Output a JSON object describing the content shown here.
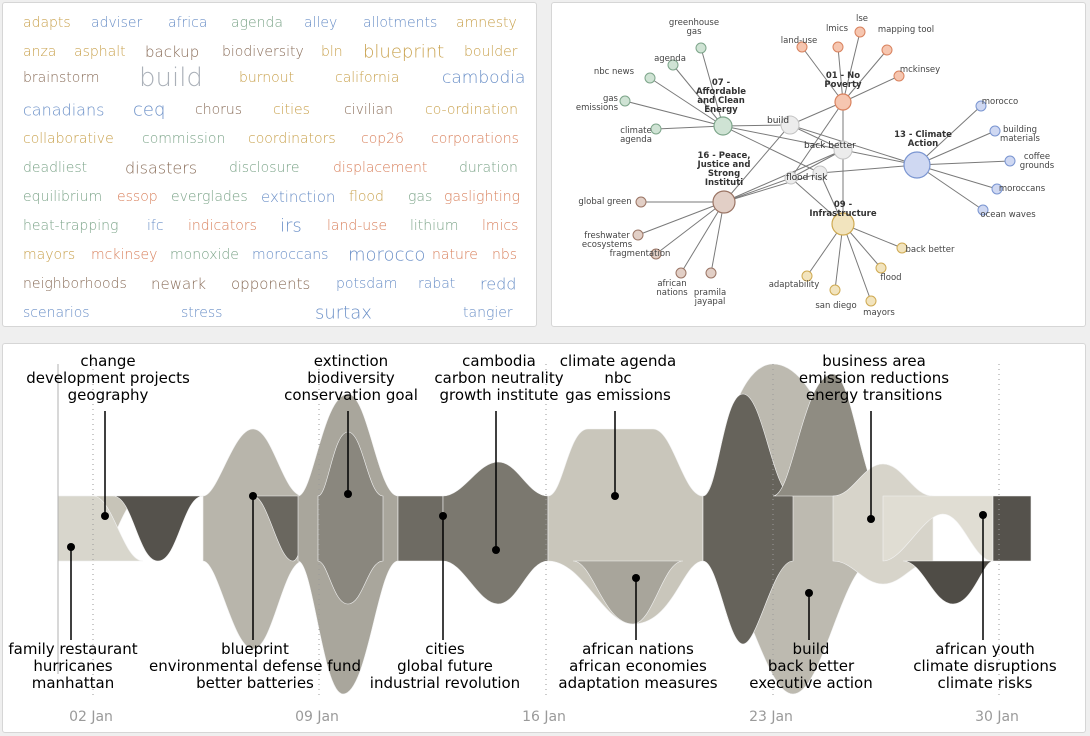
{
  "colors": {
    "tan": "#c9a24e",
    "blue": "#6a8fc7",
    "green": "#7da58a",
    "brown": "#8a6e5a",
    "orange": "#d9825e",
    "lightgray": "#aab0b8"
  },
  "wordcloud": {
    "rows": [
      [
        {
          "t": "adapts",
          "c": "tan"
        },
        {
          "t": "adviser",
          "c": "blue"
        },
        {
          "t": "africa",
          "c": "blue"
        },
        {
          "t": "agenda",
          "c": "green"
        },
        {
          "t": "alley",
          "c": "blue"
        },
        {
          "t": "allotments",
          "c": "blue"
        },
        {
          "t": "amnesty",
          "c": "tan"
        }
      ],
      [
        {
          "t": "anza",
          "c": "tan"
        },
        {
          "t": "asphalt",
          "c": "tan"
        },
        {
          "t": "backup",
          "c": "brown"
        },
        {
          "t": "biodiversity",
          "c": "brown"
        },
        {
          "t": "bln",
          "c": "tan"
        },
        {
          "t": "blueprint",
          "c": "tan"
        },
        {
          "t": "boulder",
          "c": "tan"
        }
      ],
      [
        {
          "t": "brainstorm",
          "c": "brown"
        },
        {
          "t": "build",
          "c": "lightgray"
        },
        {
          "t": "burnout",
          "c": "tan"
        },
        {
          "t": "california",
          "c": "tan"
        },
        {
          "t": "cambodia",
          "c": "blue"
        }
      ],
      [
        {
          "t": "canadians",
          "c": "blue"
        },
        {
          "t": "ceq",
          "c": "blue"
        },
        {
          "t": "chorus",
          "c": "brown"
        },
        {
          "t": "cities",
          "c": "tan"
        },
        {
          "t": "civilian",
          "c": "brown"
        },
        {
          "t": "co-ordination",
          "c": "tan"
        }
      ],
      [
        {
          "t": "collaborative",
          "c": "tan"
        },
        {
          "t": "commission",
          "c": "green"
        },
        {
          "t": "coordinators",
          "c": "tan"
        },
        {
          "t": "cop26",
          "c": "orange"
        },
        {
          "t": "corporations",
          "c": "orange"
        }
      ],
      [
        {
          "t": "deadliest",
          "c": "green"
        },
        {
          "t": "disasters",
          "c": "brown"
        },
        {
          "t": "disclosure",
          "c": "green"
        },
        {
          "t": "displacement",
          "c": "orange"
        },
        {
          "t": "duration",
          "c": "green"
        }
      ],
      [
        {
          "t": "equilibrium",
          "c": "green"
        },
        {
          "t": "essop",
          "c": "orange"
        },
        {
          "t": "everglades",
          "c": "green"
        },
        {
          "t": "extinction",
          "c": "blue"
        },
        {
          "t": "flood",
          "c": "tan"
        },
        {
          "t": "gas",
          "c": "green"
        },
        {
          "t": "gaslighting",
          "c": "orange"
        }
      ],
      [
        {
          "t": "heat-trapping",
          "c": "green"
        },
        {
          "t": "ifc",
          "c": "blue"
        },
        {
          "t": "indicators",
          "c": "orange"
        },
        {
          "t": "irs",
          "c": "blue"
        },
        {
          "t": "land-use",
          "c": "orange"
        },
        {
          "t": "lithium",
          "c": "green"
        },
        {
          "t": "lmics",
          "c": "orange"
        }
      ],
      [
        {
          "t": "mayors",
          "c": "tan"
        },
        {
          "t": "mckinsey",
          "c": "orange"
        },
        {
          "t": "monoxide",
          "c": "green"
        },
        {
          "t": "moroccans",
          "c": "blue"
        },
        {
          "t": "morocco",
          "c": "blue"
        },
        {
          "t": "nature",
          "c": "orange"
        },
        {
          "t": "nbs",
          "c": "orange"
        }
      ],
      [
        {
          "t": "neighborhoods",
          "c": "brown"
        },
        {
          "t": "newark",
          "c": "brown"
        },
        {
          "t": "opponents",
          "c": "brown"
        },
        {
          "t": "potsdam",
          "c": "blue"
        },
        {
          "t": "rabat",
          "c": "blue"
        },
        {
          "t": "redd",
          "c": "blue"
        }
      ],
      [
        {
          "t": "scenarios",
          "c": "blue"
        },
        {
          "t": "stress",
          "c": "blue"
        },
        {
          "t": "surtax",
          "c": "blue"
        },
        {
          "t": "tangier",
          "c": "blue"
        }
      ]
    ]
  },
  "network": {
    "hubs": [
      {
        "id": "h7",
        "label": "07 - Affordable and Clean Energy",
        "c": "#cfe3d4",
        "s": "#7da58a"
      },
      {
        "id": "h1",
        "label": "01 - No Poverty",
        "c": "#f6c6b0",
        "s": "#d9825e"
      },
      {
        "id": "h13",
        "label": "13 - Climate Action",
        "c": "#cfd8f2",
        "s": "#7a95d1"
      },
      {
        "id": "h16",
        "label": "16 - Peace, Justice and Strong Instituti",
        "c": "#e2cfc6",
        "s": "#9a7464"
      },
      {
        "id": "h9",
        "label": "09 - Infrastructure",
        "c": "#f2e4be",
        "s": "#cfaa52"
      }
    ],
    "mids": [
      {
        "id": "m1",
        "label": "build"
      },
      {
        "id": "m2",
        "label": "back better"
      },
      {
        "id": "m3",
        "label": ""
      },
      {
        "id": "m4",
        "label": "flood risk"
      }
    ],
    "leaves": [
      {
        "id": "l1",
        "label": "greenhouse gas",
        "h": "h7"
      },
      {
        "id": "l2",
        "label": "agenda",
        "h": "h7"
      },
      {
        "id": "l3",
        "label": "nbc news",
        "h": "h7"
      },
      {
        "id": "l4",
        "label": "gas emissions",
        "h": "h7"
      },
      {
        "id": "l5",
        "label": "climate agenda",
        "h": "h7"
      },
      {
        "id": "l6",
        "label": "land-use",
        "h": "h1"
      },
      {
        "id": "l7",
        "label": "lmics",
        "h": "h1"
      },
      {
        "id": "l8",
        "label": "lse",
        "h": "h1"
      },
      {
        "id": "l9",
        "label": "mapping tool",
        "h": "h1"
      },
      {
        "id": "l10",
        "label": "mckinsey",
        "h": "h1"
      },
      {
        "id": "l11",
        "label": "morocco",
        "h": "h13"
      },
      {
        "id": "l12",
        "label": "building materials",
        "h": "h13"
      },
      {
        "id": "l13",
        "label": "coffee grounds",
        "h": "h13"
      },
      {
        "id": "l14",
        "label": "moroccans",
        "h": "h13"
      },
      {
        "id": "l15",
        "label": "ocean waves",
        "h": "h13"
      },
      {
        "id": "l16",
        "label": "global green",
        "h": "h16"
      },
      {
        "id": "l17",
        "label": "freshwater ecosystems",
        "h": "h16"
      },
      {
        "id": "l18",
        "label": "fragmentation",
        "h": "h16"
      },
      {
        "id": "l19",
        "label": "african nations",
        "h": "h16"
      },
      {
        "id": "l20",
        "label": "pramila jayapal",
        "h": "h16"
      },
      {
        "id": "l21",
        "label": "back better",
        "h": "h9"
      },
      {
        "id": "l22",
        "label": "flood",
        "h": "h9"
      },
      {
        "id": "l23",
        "label": "adaptability",
        "h": "h9"
      },
      {
        "id": "l24",
        "label": "san diego",
        "h": "h9"
      },
      {
        "id": "l25",
        "label": "mayors",
        "h": "h9"
      }
    ],
    "links": [
      [
        "h7",
        "m1"
      ],
      [
        "h7",
        "m2"
      ],
      [
        "h7",
        "m3"
      ],
      [
        "h1",
        "m1"
      ],
      [
        "h1",
        "m2"
      ],
      [
        "h1",
        "m4"
      ],
      [
        "h13",
        "m1"
      ],
      [
        "h13",
        "m2"
      ],
      [
        "h13",
        "m3"
      ],
      [
        "h16",
        "m1"
      ],
      [
        "h16",
        "m2"
      ],
      [
        "h16",
        "m3"
      ],
      [
        "h16",
        "m4"
      ],
      [
        "h9",
        "m2"
      ],
      [
        "h9",
        "m3"
      ],
      [
        "h9",
        "m4"
      ],
      [
        "m1",
        "m2"
      ],
      [
        "m2",
        "m4"
      ]
    ]
  },
  "stream": {
    "dates": [
      "02 Jan",
      "09 Jan",
      "16 Jan",
      "23 Jan",
      "30 Jan"
    ],
    "annotations_top": [
      [
        "change",
        "development projects",
        "geography"
      ],
      [
        "extinction",
        "biodiversity",
        "conservation goal"
      ],
      [
        "cambodia",
        "carbon neutrality",
        "growth institute"
      ],
      [
        "climate agenda",
        "nbc",
        "gas emissions"
      ],
      [
        "business area",
        "emission reductions",
        "energy transitions"
      ]
    ],
    "annotations_bottom": [
      [
        "family restaurant",
        "hurricanes",
        "manhattan"
      ],
      [
        "blueprint",
        "environmental defense fund",
        "better batteries"
      ],
      [
        "cities",
        "global future",
        "industrial revolution"
      ],
      [
        "african nations",
        "african economies",
        "adaptation measures"
      ],
      [
        "build",
        "back better",
        "executive action"
      ],
      [
        "african youth",
        "climate disruptions",
        "climate risks"
      ]
    ]
  }
}
